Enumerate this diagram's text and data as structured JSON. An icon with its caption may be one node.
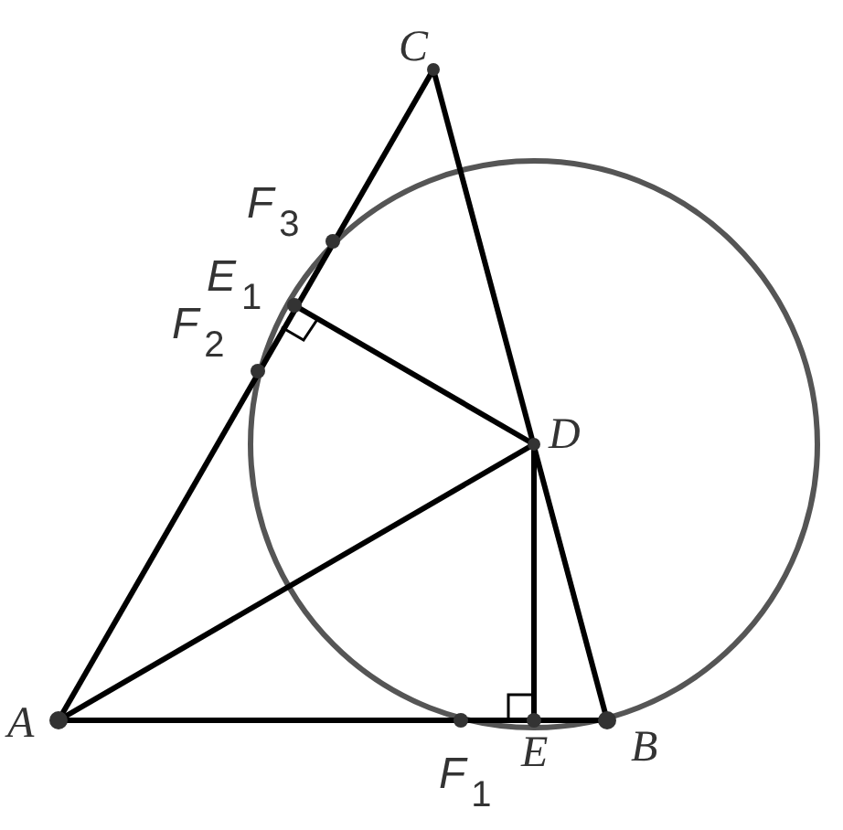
{
  "diagram": {
    "labels": [
      "C",
      "F$_{3}$",
      "E$_{1}$",
      "F$_{2}$",
      "D",
      "A",
      "F$_{1}$",
      "E",
      "B"
    ]
  }
}
